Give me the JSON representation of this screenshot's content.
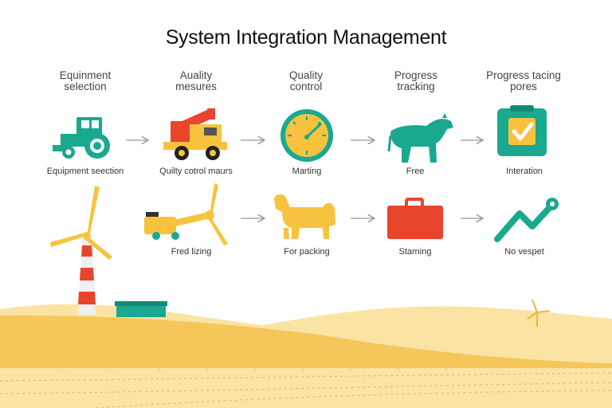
{
  "title": "System Integration Management",
  "stages": [
    {
      "label": "Equinment\nselection"
    },
    {
      "label": "Auality\nmesures"
    },
    {
      "label": "Quality\ncontrol"
    },
    {
      "label": "Progress\ntracking"
    },
    {
      "label": "Progress tacing\npores"
    }
  ],
  "row1_captions": [
    "Equipment seection",
    "Quilty cotrol maurs",
    "Marting",
    "Free",
    "Interation"
  ],
  "row2_captions": [
    "Fred lizing",
    "For packing",
    "Starning",
    "No vespet"
  ],
  "colors": {
    "teal": "#1aa88e",
    "red": "#e8452c",
    "yellow": "#f7c33e",
    "sand": "#f5c75a",
    "sand_light": "#fbe3a3"
  },
  "icons": {
    "row1": [
      "tractor-icon",
      "crane-truck-icon",
      "gauge-icon",
      "bull-icon",
      "checkbox-clipboard-icon"
    ],
    "row2": [
      "forklift-turbine-icon",
      "dog-icon",
      "briefcase-icon",
      "trend-arrow-icon"
    ]
  }
}
